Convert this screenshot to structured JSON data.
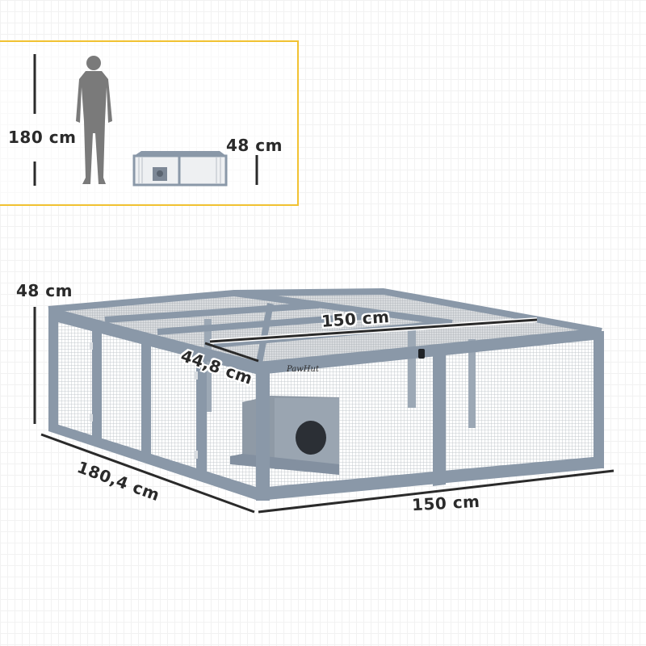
{
  "inset": {
    "border_color": "#f1c232",
    "person_height_label": "180 cm",
    "product_height_label": "48 cm",
    "person_icon": "human-silhouette-icon",
    "product_icon": "pen-thumbnail-icon"
  },
  "main": {
    "height_label": "48 cm",
    "depth_label": "180,4 cm",
    "width_label": "150 cm",
    "top_width_label": "150 cm",
    "top_depth_label": "44,8 cm",
    "brand_logo_text": "PawHut"
  },
  "colors": {
    "frame": "#8a98a8",
    "frame_dark": "#6f7d8c",
    "mesh": "#c8ccd0",
    "dim_line": "#2a2a2a",
    "silhouette": "#7a7a7a"
  }
}
